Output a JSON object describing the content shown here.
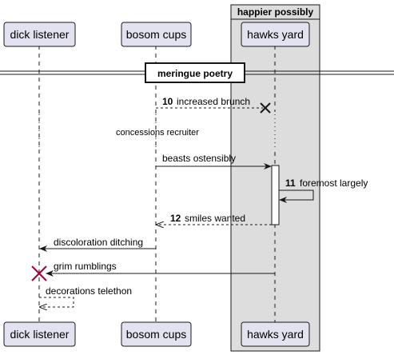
{
  "group": {
    "title": "happier possibly"
  },
  "participants": [
    {
      "id": "dick",
      "label": "dick listener"
    },
    {
      "id": "bosom",
      "label": "bosom cups"
    },
    {
      "id": "hawks",
      "label": "hawks yard"
    }
  ],
  "divider": {
    "label": "meringue poetry"
  },
  "delay": {
    "label": "concessions recruiter"
  },
  "messages": [
    {
      "num": "10",
      "text": "increased brunch"
    },
    {
      "num": "",
      "text": "beasts ostensibly"
    },
    {
      "num": "11",
      "text": "foremost largely"
    },
    {
      "num": "12",
      "text": "smiles wanted"
    },
    {
      "num": "",
      "text": "discoloration ditching"
    },
    {
      "num": "",
      "text": "grim rumblings"
    },
    {
      "num": "",
      "text": "decorations telethon"
    }
  ],
  "colors": {
    "participant_fill": "#E2E2F0",
    "participant_border": "#181818",
    "group_fill": "#DDDDDD",
    "destroy_red": "#A80036"
  }
}
